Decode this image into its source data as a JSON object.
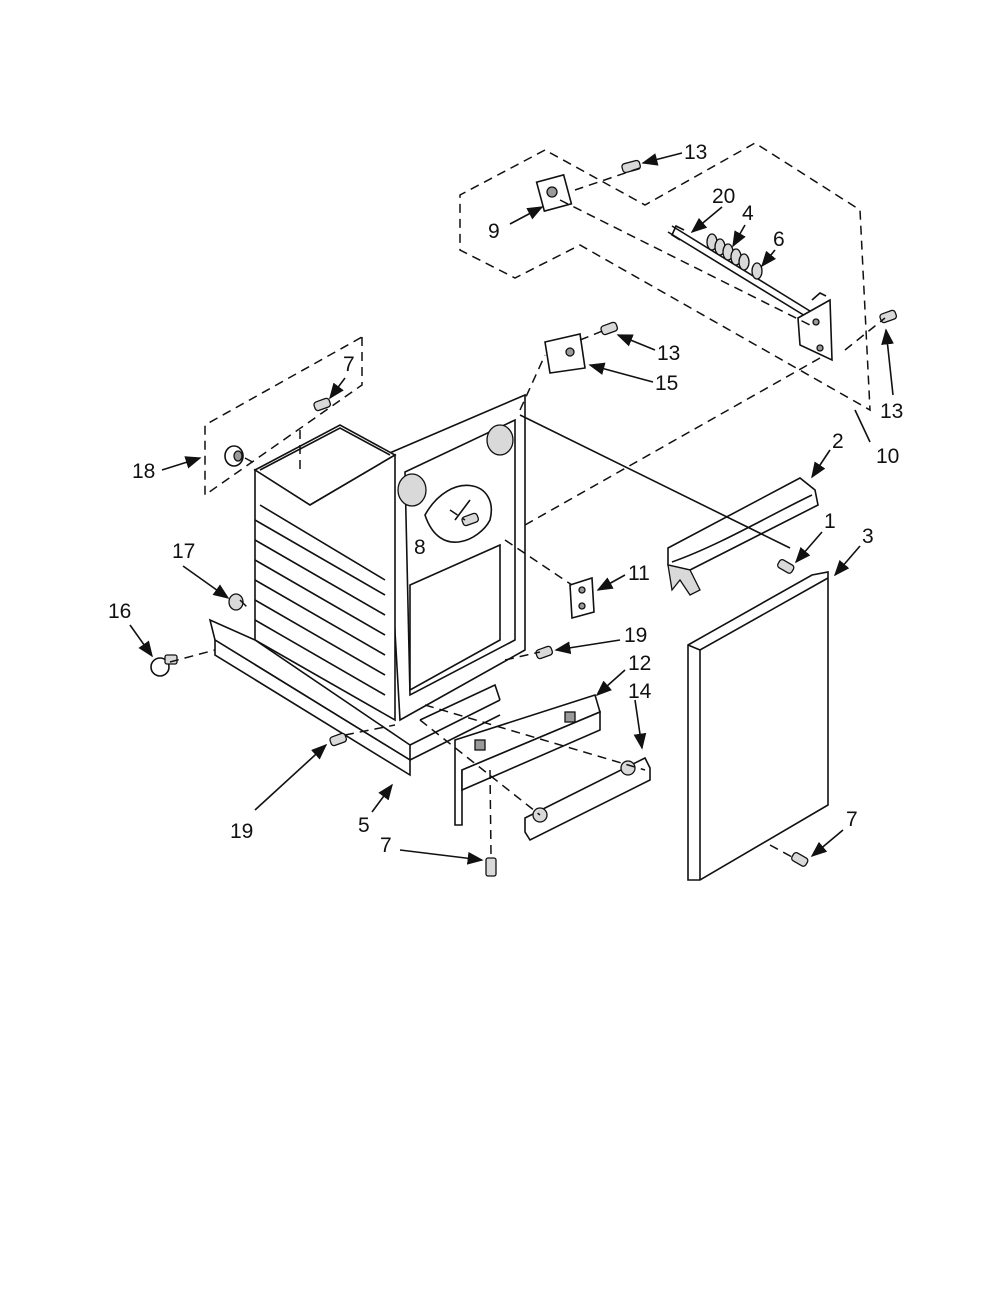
{
  "callouts": [
    {
      "id": "c13a",
      "text": "13"
    },
    {
      "id": "c9",
      "text": "9"
    },
    {
      "id": "c20",
      "text": "20"
    },
    {
      "id": "c4",
      "text": "4"
    },
    {
      "id": "c6",
      "text": "6"
    },
    {
      "id": "c13b",
      "text": "13"
    },
    {
      "id": "c15",
      "text": "15"
    },
    {
      "id": "c13c",
      "text": "13"
    },
    {
      "id": "c10",
      "text": "10"
    },
    {
      "id": "c7a",
      "text": "7"
    },
    {
      "id": "c18",
      "text": "18"
    },
    {
      "id": "c2",
      "text": "2"
    },
    {
      "id": "c1",
      "text": "1"
    },
    {
      "id": "c3",
      "text": "3"
    },
    {
      "id": "c8",
      "text": "8"
    },
    {
      "id": "c17",
      "text": "17"
    },
    {
      "id": "c11",
      "text": "11"
    },
    {
      "id": "c16",
      "text": "16"
    },
    {
      "id": "c19a",
      "text": "19"
    },
    {
      "id": "c12",
      "text": "12"
    },
    {
      "id": "c14",
      "text": "14"
    },
    {
      "id": "c19b",
      "text": "19"
    },
    {
      "id": "c5",
      "text": "5"
    },
    {
      "id": "c7b",
      "text": "7"
    },
    {
      "id": "c7c",
      "text": "7"
    }
  ]
}
